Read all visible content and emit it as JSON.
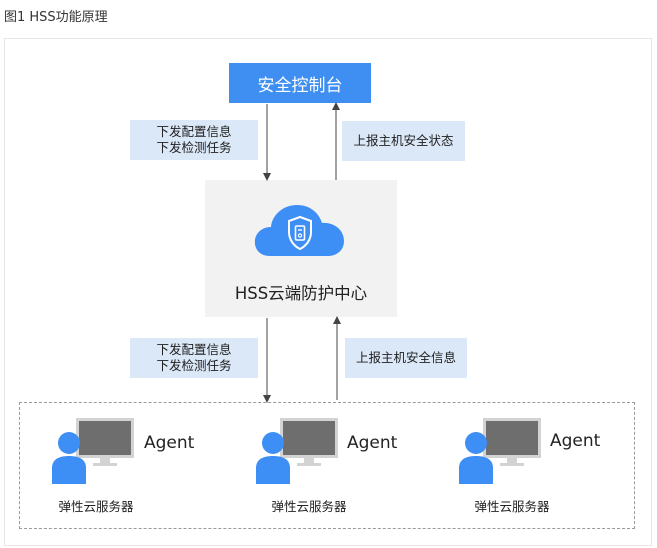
{
  "caption": "图1 HSS功能原理",
  "console": {
    "title": "安全控制台"
  },
  "top_left_label": {
    "line1": "下发配置信息",
    "line2": "下发检测任务"
  },
  "top_right_label": {
    "line1": "上报主机安全状态"
  },
  "hss": {
    "title": "HSS云端防护中心",
    "icon": "cloud-shield-icon"
  },
  "bottom_left_label": {
    "line1": "下发配置信息",
    "line2": "下发检测任务"
  },
  "bottom_right_label": {
    "line1": "上报主机安全信息"
  },
  "agents": [
    {
      "agent_label": "Agent",
      "server_label": "弹性云服务器",
      "icon": "user-computer-icon"
    },
    {
      "agent_label": "Agent",
      "server_label": "弹性云服务器",
      "icon": "user-computer-icon"
    },
    {
      "agent_label": "Agent",
      "server_label": "弹性云服务器",
      "icon": "user-computer-icon"
    }
  ],
  "colors": {
    "console_blue": "#3f8ff3",
    "label_bg": "#dbe8f8",
    "hss_bg": "#f2f2f2",
    "icon_blue": "#3d8ef5",
    "monitor_gray": "#6e6e6e",
    "arrow": "#444444"
  }
}
